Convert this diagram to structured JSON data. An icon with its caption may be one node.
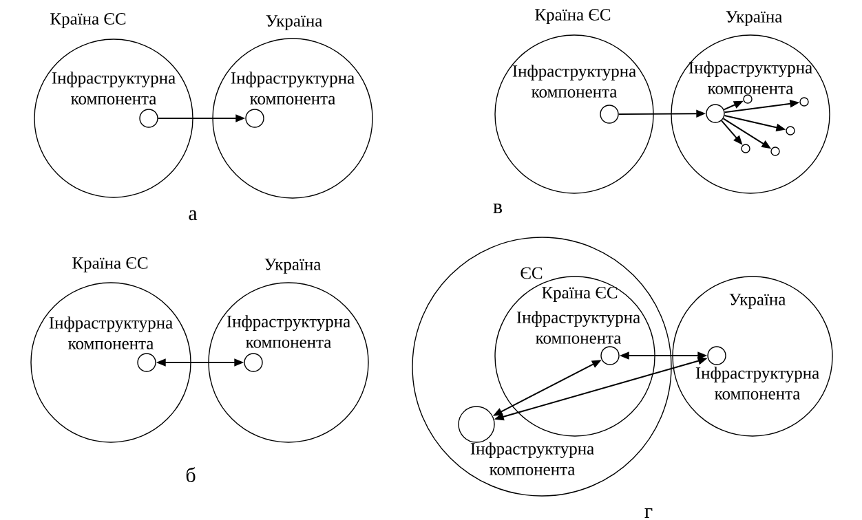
{
  "diagram": {
    "nodes": [
      {
        "text": [
          "Країна ЄС",
          "Інфраструктурна компонента"
        ]
      },
      {
        "text": [],
        "shape": "circle",
        "in": 0
      },
      {
        "text": [
          "Україна",
          "Інфраструктурна компонента"
        ]
      },
      {
        "text": [],
        "shape": "circle",
        "in": 2
      },
      {
        "text": [
          "Країна ЄС",
          "Інфраструктурна компонента"
        ]
      },
      {
        "text": [],
        "shape": "circle",
        "in": 4
      },
      {
        "text": [
          "Україна",
          "Інфраструктурна компонента"
        ]
      },
      {
        "text": [],
        "shape": "circle",
        "in": 6
      },
      {
        "text": [],
        "shape": "circle",
        "in": 6
      },
      {
        "text": [],
        "shape": "circle",
        "in": 6
      },
      {
        "text": [],
        "shape": "circle",
        "in": 6
      },
      {
        "text": [],
        "shape": "circle",
        "in": 6
      },
      {
        "text": [],
        "shape": "circle",
        "in": 6
      },
      {
        "text": [
          "Країна ЄС",
          "Інфраструктурна компонента"
        ]
      },
      {
        "text": [],
        "shape": "circle",
        "in": 13
      },
      {
        "text": [
          "Україна",
          "Інфраструктурна компонента"
        ]
      },
      {
        "text": [],
        "shape": "circle",
        "in": 15
      },
      {
        "text": [
          "ЄС"
        ]
      },
      {
        "text": [
          "Країна ЄС",
          "Інфраструктурна компонента"
        ],
        "in": 17
      },
      {
        "text": [],
        "shape": "circle",
        "in": 18
      },
      {
        "text": [
          "Україна",
          "Інфраструктурна компонента"
        ]
      },
      {
        "text": [],
        "shape": "circle",
        "in": 20
      },
      {
        "text": [],
        "shape": "circle",
        "in": 17,
        "beside": [
          "Інфраструктурна компонента"
        ]
      }
    ],
    "edges": [
      {
        "from": 1,
        "to": 3,
        "arrow": "to"
      },
      {
        "from": 5,
        "to": 7,
        "arrow": "to"
      },
      {
        "from": 7,
        "to": 8,
        "arrow": "to"
      },
      {
        "from": 7,
        "to": 9,
        "arrow": "to"
      },
      {
        "from": 7,
        "to": 10,
        "arrow": "to"
      },
      {
        "from": 7,
        "to": 11,
        "arrow": "to"
      },
      {
        "from": 7,
        "to": 12,
        "arrow": "to"
      },
      {
        "from": 14,
        "to": 16,
        "arrow": "both"
      },
      {
        "from": 19,
        "to": 21,
        "arrow": "both"
      },
      {
        "from": 22,
        "to": 19,
        "arrow": "both"
      },
      {
        "from": 22,
        "to": 21,
        "arrow": "both"
      }
    ],
    "labels": [
      "а",
      "в",
      "б",
      "г"
    ]
  }
}
